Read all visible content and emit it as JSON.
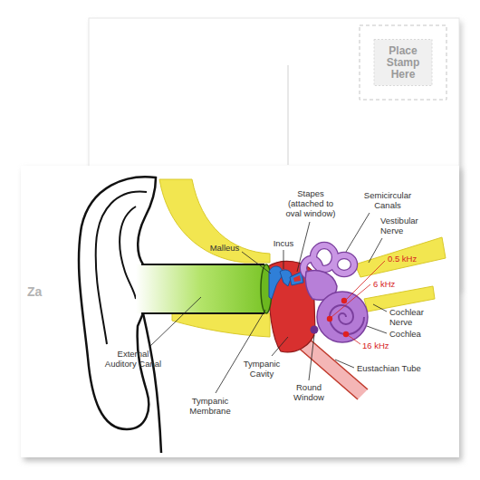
{
  "diagram": {
    "nodes": [
      {
        "text": [
          "Place Stamp Here"
        ]
      }
    ],
    "labels": [
      "Stapes (attached to oval window)",
      "Semicircular Canals",
      "Malleus",
      "Incus",
      "Vestibular Nerve",
      "0.5 kHz",
      "6 kHz",
      "Za",
      "Cochlear Nerve",
      "Cochlea",
      "16 kHz",
      "External Auditory Canal",
      "Tympanic Cavity",
      "Eustachian Tube",
      "Round Window",
      "Tympanic Membrane"
    ]
  }
}
